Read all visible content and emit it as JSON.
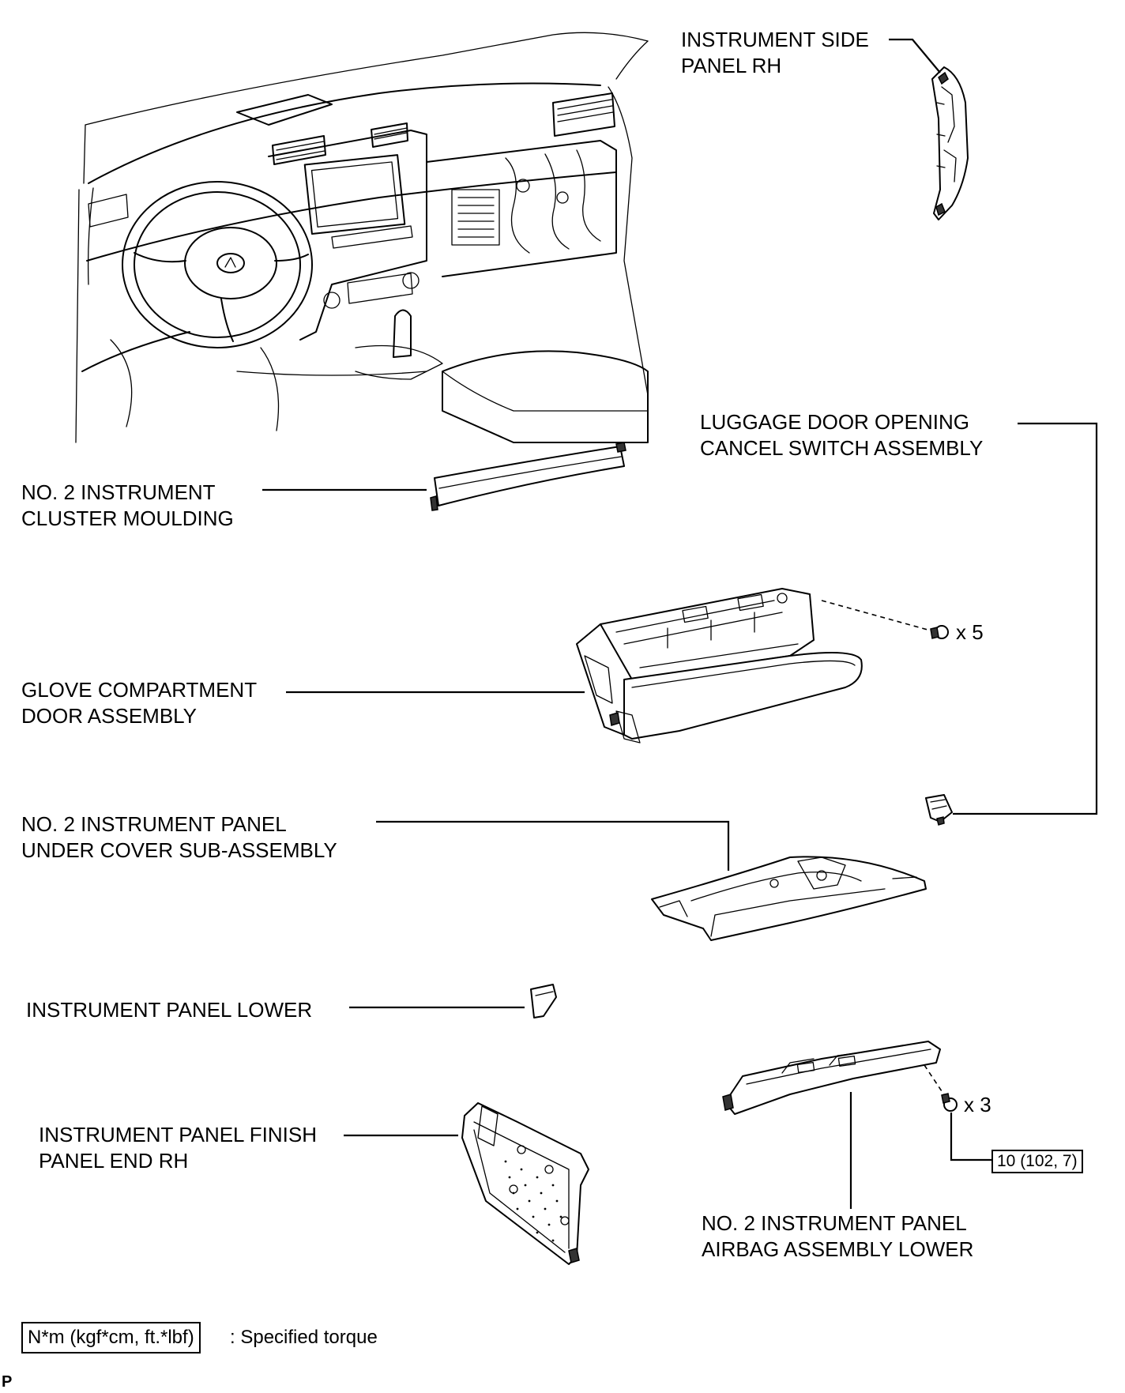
{
  "callouts": {
    "instrument_side_panel_rh": [
      "INSTRUMENT SIDE",
      "PANEL RH"
    ],
    "luggage_door_switch": [
      "LUGGAGE DOOR OPENING",
      "CANCEL SWITCH ASSEMBLY"
    ],
    "no2_cluster_moulding": [
      "NO. 2 INSTRUMENT",
      "CLUSTER MOULDING"
    ],
    "glove_compartment_door": [
      "GLOVE COMPARTMENT",
      "DOOR ASSEMBLY"
    ],
    "no2_under_cover": [
      "NO. 2 INSTRUMENT PANEL",
      "UNDER COVER SUB-ASSEMBLY"
    ],
    "instrument_panel_lower": [
      "INSTRUMENT PANEL LOWER"
    ],
    "finish_panel_end_rh": [
      "INSTRUMENT PANEL FINISH",
      "PANEL END RH"
    ],
    "no2_airbag_lower": [
      "NO. 2 INSTRUMENT PANEL",
      "AIRBAG ASSEMBLY LOWER"
    ]
  },
  "fasteners": {
    "glove_screws": "x 5",
    "airbag_bolts": "x 3"
  },
  "torque": {
    "airbag_bolt_value": "10 (102, 7)"
  },
  "legend": {
    "unit_box": "N*m (kgf*cm, ft.*lbf)",
    "description": ": Specified torque"
  },
  "page_mark": "P"
}
